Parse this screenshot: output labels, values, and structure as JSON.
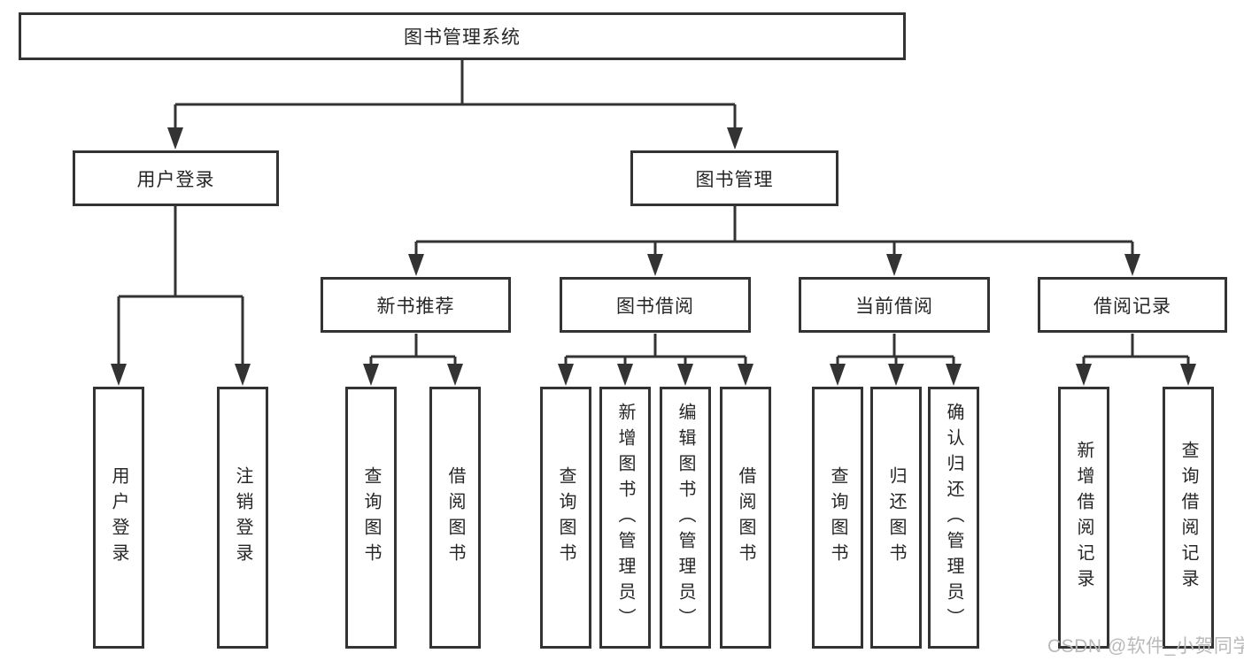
{
  "diagram_title": "图书管理系统",
  "nodes": {
    "root": "图书管理系统",
    "l2": {
      "user_login": "用户登录",
      "book_management": "图书管理"
    },
    "l3": {
      "new_book_recommend": "新书推荐",
      "book_borrowing": "图书借阅",
      "current_borrowing": "当前借阅",
      "borrowing_records": "借阅记录"
    },
    "leaves": {
      "user_login": "用户登录",
      "logout": "注销登录",
      "nb_query_books": "查询图书",
      "nb_borrow_books": "借阅图书",
      "bb_query_books": "查询图书",
      "bb_add_books": "新增图书（管理员）",
      "bb_edit_books": "编辑图书（管理员）",
      "bb_borrow_books": "借阅图书",
      "cb_query_books": "查询图书",
      "cb_return_books": "归还图书",
      "cb_confirm_return": "确认归还（管理员）",
      "br_add_record": "新增借阅记录",
      "br_query_record": "查询借阅记录"
    }
  },
  "hierarchy": {
    "图书管理系统": [
      "用户登录",
      "图书管理"
    ],
    "用户登录": [
      "用户登录",
      "注销登录"
    ],
    "图书管理": [
      "新书推荐",
      "图书借阅",
      "当前借阅",
      "借阅记录"
    ],
    "新书推荐": [
      "查询图书",
      "借阅图书"
    ],
    "图书借阅": [
      "查询图书",
      "新增图书（管理员）",
      "编辑图书（管理员）",
      "借阅图书"
    ],
    "当前借阅": [
      "查询图书",
      "归还图书",
      "确认归还（管理员）"
    ],
    "借阅记录": [
      "新增借阅记录",
      "查询借阅记录"
    ]
  },
  "watermark": "CSDN @软件_小贺同学",
  "colors": {
    "line": "#333333",
    "box_border": "#333333",
    "text": "#262626",
    "watermark": "#b9b9b9",
    "background": "#ffffff"
  }
}
